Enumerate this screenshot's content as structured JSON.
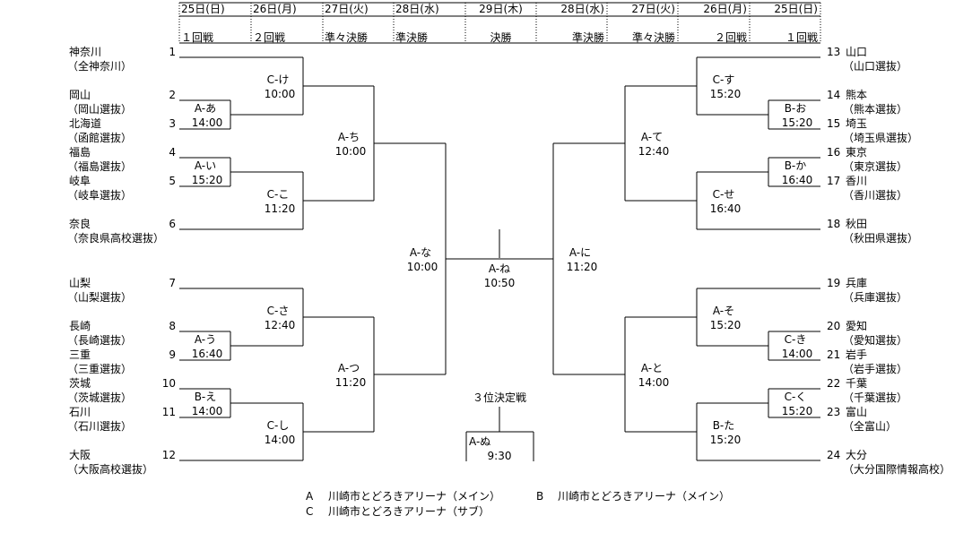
{
  "header": {
    "dates": [
      "25日(日)",
      "26日(月)",
      "27日(火)",
      "28日(水)",
      "29日(木)",
      "28日(水)",
      "27日(火)",
      "26日(月)",
      "25日(日)"
    ],
    "rounds": [
      "１回戦",
      "２回戦",
      "準々決勝",
      "準決勝",
      "決勝",
      "準決勝",
      "準々決勝",
      "２回戦",
      "１回戦"
    ]
  },
  "teams": [
    {
      "no": "1",
      "name": "神奈川",
      "sub": "（全神奈川）"
    },
    {
      "no": "2",
      "name": "岡山",
      "sub": "（岡山選抜）"
    },
    {
      "no": "3",
      "name": "北海道",
      "sub": "（函館選抜）"
    },
    {
      "no": "4",
      "name": "福島",
      "sub": "（福島選抜）"
    },
    {
      "no": "5",
      "name": "岐阜",
      "sub": "（岐阜選抜）"
    },
    {
      "no": "6",
      "name": "奈良",
      "sub": "（奈良県高校選抜）"
    },
    {
      "no": "7",
      "name": "山梨",
      "sub": "（山梨選抜）"
    },
    {
      "no": "8",
      "name": "長崎",
      "sub": "（長崎選抜）"
    },
    {
      "no": "9",
      "name": "三重",
      "sub": "（三重選抜）"
    },
    {
      "no": "10",
      "name": "茨城",
      "sub": "（茨城選抜）"
    },
    {
      "no": "11",
      "name": "石川",
      "sub": "（石川選抜）"
    },
    {
      "no": "12",
      "name": "大阪",
      "sub": "（大阪高校選抜）"
    },
    {
      "no": "13",
      "name": "山口",
      "sub": "（山口選抜）"
    },
    {
      "no": "14",
      "name": "熊本",
      "sub": "（熊本選抜）"
    },
    {
      "no": "15",
      "name": "埼玉",
      "sub": "（埼玉県選抜）"
    },
    {
      "no": "16",
      "name": "東京",
      "sub": "（東京選抜）"
    },
    {
      "no": "17",
      "name": "香川",
      "sub": "（香川選抜）"
    },
    {
      "no": "18",
      "name": "秋田",
      "sub": "（秋田県選抜）"
    },
    {
      "no": "19",
      "name": "兵庫",
      "sub": "（兵庫選抜）"
    },
    {
      "no": "20",
      "name": "愛知",
      "sub": "（愛知選抜）"
    },
    {
      "no": "21",
      "name": "岩手",
      "sub": "（岩手選抜）"
    },
    {
      "no": "22",
      "name": "千葉",
      "sub": "（千葉選抜）"
    },
    {
      "no": "23",
      "name": "富山",
      "sub": "（全富山）"
    },
    {
      "no": "24",
      "name": "大分",
      "sub": "（大分国際情報高校）"
    }
  ],
  "matches": [
    {
      "code": "A-あ",
      "time": "14:00"
    },
    {
      "code": "A-い",
      "time": "15:20"
    },
    {
      "code": "C-け",
      "time": "10:00"
    },
    {
      "code": "C-こ",
      "time": "11:20"
    },
    {
      "code": "A-ち",
      "time": "10:00"
    },
    {
      "code": "A-う",
      "time": "16:40"
    },
    {
      "code": "B-え",
      "time": "14:00"
    },
    {
      "code": "C-さ",
      "time": "12:40"
    },
    {
      "code": "C-し",
      "time": "14:00"
    },
    {
      "code": "A-つ",
      "time": "11:20"
    },
    {
      "code": "A-な",
      "time": "10:00"
    },
    {
      "code": "B-お",
      "time": "15:20"
    },
    {
      "code": "B-か",
      "time": "16:40"
    },
    {
      "code": "C-す",
      "time": "15:20"
    },
    {
      "code": "C-せ",
      "time": "16:40"
    },
    {
      "code": "A-て",
      "time": "12:40"
    },
    {
      "code": "C-き",
      "time": "14:00"
    },
    {
      "code": "C-く",
      "time": "15:20"
    },
    {
      "code": "A-そ",
      "time": "15:20"
    },
    {
      "code": "B-た",
      "time": "15:20"
    },
    {
      "code": "A-と",
      "time": "14:00"
    },
    {
      "code": "A-に",
      "time": "11:20"
    },
    {
      "code": "A-ね",
      "time": "10:50"
    },
    {
      "code": "A-ぬ",
      "time": "9:30"
    }
  ],
  "third_place_label": "３位決定戦",
  "legend": [
    {
      "key": "A",
      "venue": "川崎市とどろきアリーナ（メイン）"
    },
    {
      "key": "B",
      "venue": "川崎市とどろきアリーナ（メイン）"
    },
    {
      "key": "C",
      "venue": "川崎市とどろきアリーナ（サブ）"
    }
  ]
}
